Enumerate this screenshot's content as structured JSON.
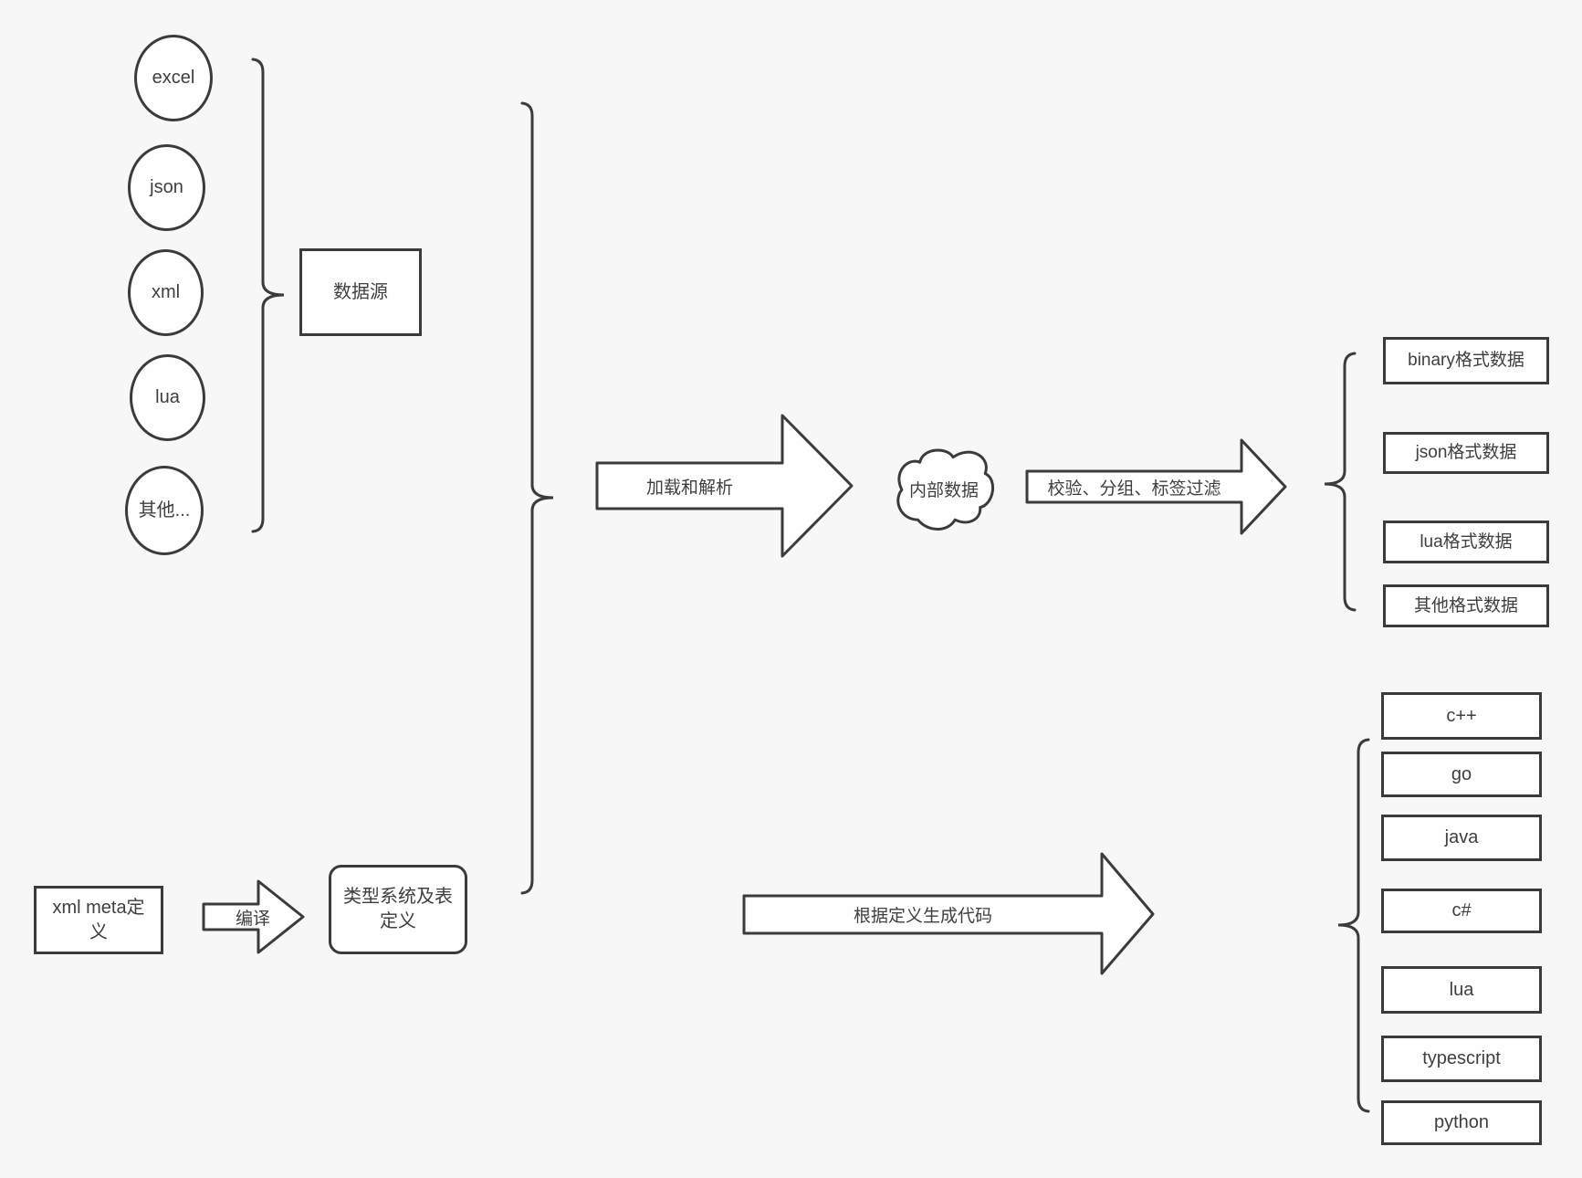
{
  "canvas": {
    "background_color": "#f7f7f7",
    "stroke_color": "#3b3b3b",
    "shape_fill_color": "#fefefe",
    "text_color": "#3f3f3f"
  },
  "sources": {
    "items": [
      "excel",
      "json",
      "xml",
      "lua",
      "其他..."
    ],
    "group_label": "数据源"
  },
  "pipeline": {
    "load_arrow_label": "加载和解析",
    "cloud_label": "内部数据",
    "filter_arrow_label": "校验、分组、标签过滤",
    "compile_arrow_label": "编译",
    "generate_arrow_label": "根据定义生成代码"
  },
  "meta": {
    "xml_meta_box_label": "xml meta定义",
    "type_system_box_label": "类型系统及表定义"
  },
  "outputs": {
    "data_formats": [
      "binary格式数据",
      "json格式数据",
      "lua格式数据",
      "其他格式数据"
    ],
    "languages": [
      "c++",
      "go",
      "java",
      "c#",
      "lua",
      "typescript",
      "python"
    ]
  }
}
